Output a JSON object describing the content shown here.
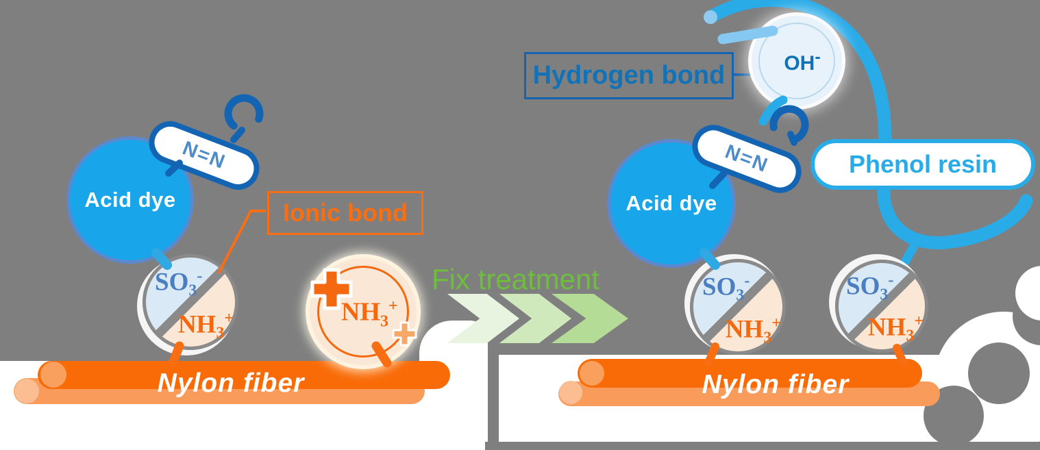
{
  "labels": {
    "acid_dye": "Acid dye",
    "azo_group": "N=N",
    "ionic_bond": "Ionic bond",
    "hydrogen_bond": "Hydrogen bond",
    "phenol_resin": "Phenol resin",
    "fix_treatment": "Fix treatment",
    "nylon_fiber": "Nylon fiber"
  },
  "formulas": {
    "so3": {
      "base": "SO",
      "sub": "3",
      "sup": "-"
    },
    "nh3": {
      "base": "NH",
      "sub": "3",
      "sup": "+"
    },
    "oh": {
      "base": "OH",
      "sup": "-"
    }
  },
  "icons": {
    "hook": "hook-icon",
    "plus_large": "plus-icon",
    "plus_small": "plus-icon-small",
    "chevron": "chevron-arrow-icon",
    "strand_dot": "strand-end-dot-icon",
    "hydrogen_dash": "hydrogen-bond-dash-icon"
  },
  "colors": {
    "background_gray": "#7F7F7F",
    "sky_blue_strand": "#29ABE8",
    "acid_dye_fill": "#19A5E9",
    "acid_dye_border": "#5C88CE",
    "dark_blue": "#1464B4",
    "label_blue": "#1272B8",
    "azo_text_blue": "#4C8CCB",
    "so3_text_blue": "#4A7EC0",
    "orange_accent": "#F96E12",
    "nh3_orange": "#F4690F",
    "nylon_bright": "#F96B07",
    "nylon_light": "#F99C5B",
    "peach_fill": "#FBE7D5",
    "light_blue_fill": "#D9E9F5",
    "oh_fill": "#E7F2FA",
    "green_text": "#6EBE3C",
    "chevron_greens": [
      "#E8F3E0",
      "#CFE8BC",
      "#B5DC96"
    ]
  }
}
